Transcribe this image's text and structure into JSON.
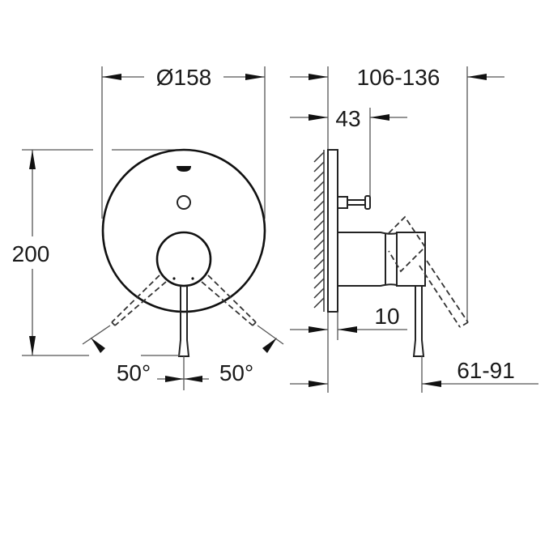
{
  "drawing": {
    "front_view": {
      "diameter_label": "Ø158",
      "height_label": "200",
      "angle_left_label": "50°",
      "angle_right_label": "50°"
    },
    "side_view": {
      "total_depth_label": "106-136",
      "diverter_depth_label": "43",
      "plate_thickness_label": "10",
      "lever_offset_label": "61-91"
    },
    "colors": {
      "line": "#111111",
      "dimension_line": "#555555",
      "background": "#ffffff"
    }
  }
}
